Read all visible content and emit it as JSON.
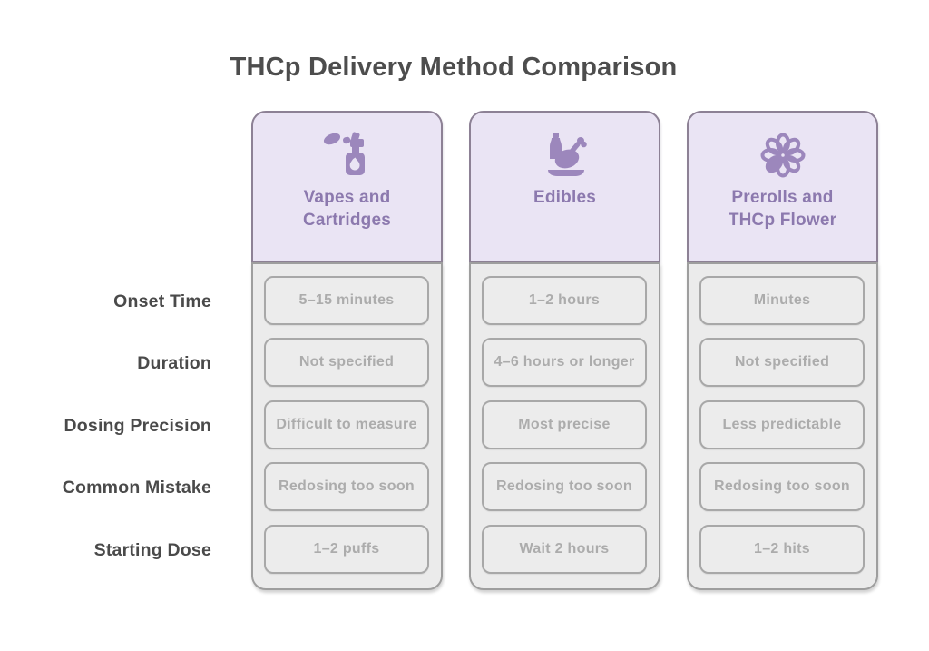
{
  "title": "THCp Delivery Method Comparison",
  "rows": [
    "Onset Time",
    "Duration",
    "Dosing Precision",
    "Common Mistake",
    "Starting Dose"
  ],
  "columns": [
    {
      "label": "Vapes and Cartridges",
      "icon": "vape-icon",
      "cells": [
        "5–15 minutes",
        "Not specified",
        "Difficult to measure",
        "Redosing too soon",
        "1–2 puffs"
      ]
    },
    {
      "label": "Edibles",
      "icon": "edibles-icon",
      "cells": [
        "1–2 hours",
        "4–6 hours or longer",
        "Most precise",
        "Redosing too soon",
        "Wait 2 hours"
      ]
    },
    {
      "label": "Prerolls and THCp Flower",
      "icon": "flower-icon",
      "cells": [
        "Minutes",
        "Not specified",
        "Less predictable",
        "Redosing too soon",
        "1–2 hits"
      ]
    }
  ],
  "colors": {
    "title_text": "#4d4d4d",
    "label_text": "#4a4a4a",
    "header_bg": "#eae4f4",
    "header_border": "#8d8195",
    "header_text": "#8c79ae",
    "icon": "#9c87bc",
    "body_bg": "#ebebeb",
    "body_border": "#9e9e9e",
    "cell_bg": "#ececec",
    "cell_border": "#a8a8a8",
    "cell_text": "#acacac"
  }
}
